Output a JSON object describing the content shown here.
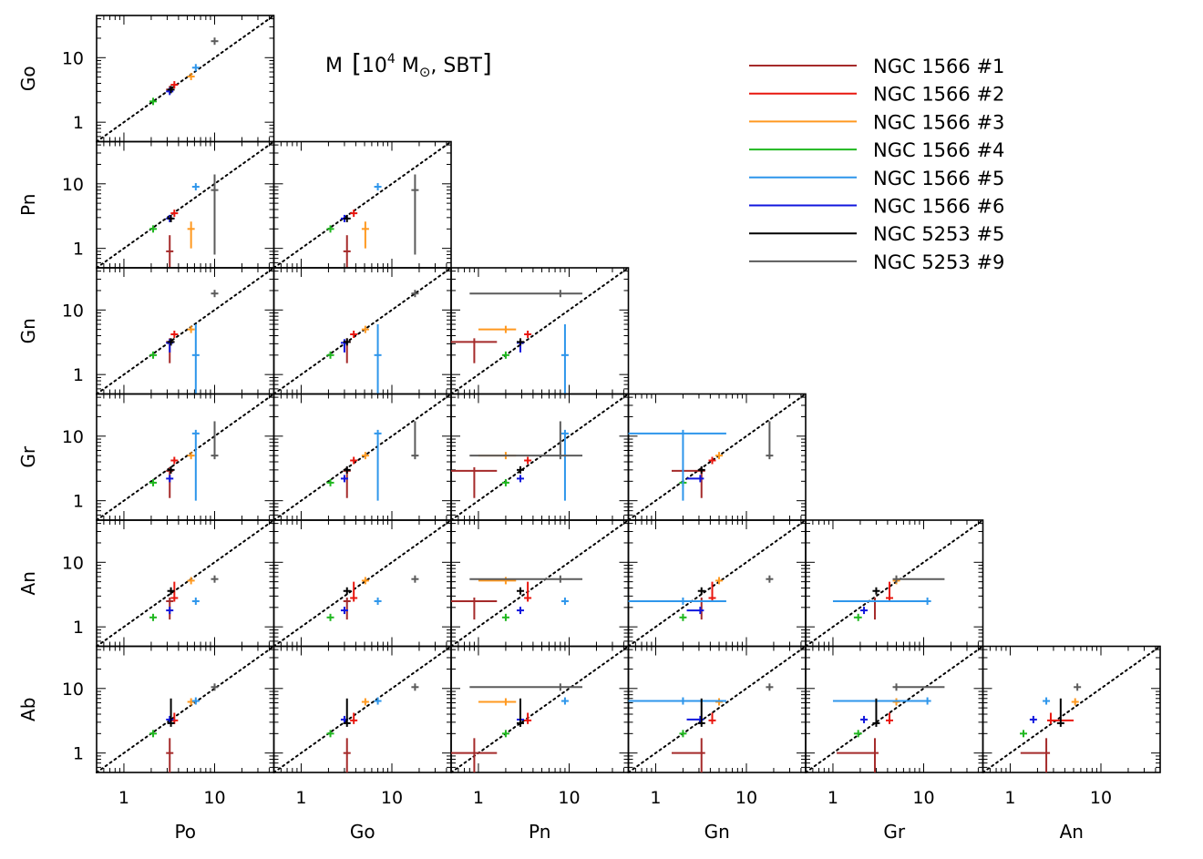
{
  "chart_data": {
    "type": "scatter",
    "title": {
      "prefix": "M ",
      "open": "[",
      "unit_base": "10",
      "unit_exp": "4",
      "unit_mid": " M",
      "unit_sub": "⊙",
      "unit_tail": ", SBT",
      "close": "]"
    },
    "scale": "log",
    "axis_range": [
      0.5,
      45
    ],
    "ticks": [
      {
        "value": 1,
        "label": "1"
      },
      {
        "value": 10,
        "label": "10"
      }
    ],
    "reference_line": "one-to-one",
    "columns": [
      "Po",
      "Go",
      "Pn",
      "Gn",
      "Gr",
      "An"
    ],
    "rows": [
      "Go",
      "Pn",
      "Gn",
      "Gr",
      "An",
      "Ab"
    ],
    "grid": false,
    "legend_position": "top-right",
    "methods": [
      "Po",
      "Go",
      "Pn",
      "Gn",
      "Gr",
      "An",
      "Ab"
    ],
    "series": [
      {
        "name": "NGC 1566 #1",
        "color": "#a52a2a",
        "values": {
          "Po": {
            "v": 3.2,
            "lo": 3.2,
            "hi": 3.2
          },
          "Go": {
            "v": 3.2,
            "lo": 3.2,
            "hi": 3.2
          },
          "Pn": {
            "v": 0.9,
            "lo": 0.5,
            "hi": 1.6
          },
          "Gn": {
            "v": 3.2,
            "lo": 1.5,
            "hi": 3.2
          },
          "Gr": {
            "v": 2.9,
            "lo": 1.1,
            "hi": 2.9
          },
          "An": {
            "v": 2.5,
            "lo": 1.3,
            "hi": 2.5
          },
          "Ab": {
            "v": 1.0,
            "lo": 0.5,
            "hi": 1.7
          }
        }
      },
      {
        "name": "NGC 1566 #2",
        "color": "#e8170f",
        "values": {
          "Po": {
            "v": 3.6,
            "lo": 3.6,
            "hi": 3.6
          },
          "Go": {
            "v": 3.8,
            "lo": 3.8,
            "hi": 3.8
          },
          "Pn": {
            "v": 3.5,
            "lo": 3.4,
            "hi": 3.7
          },
          "Gn": {
            "v": 4.2,
            "lo": 3.9,
            "hi": 4.2
          },
          "Gr": {
            "v": 4.2,
            "lo": 4.0,
            "hi": 4.2
          },
          "An": {
            "v": 2.8,
            "lo": 2.8,
            "hi": 5.0
          },
          "Ab": {
            "v": 3.2,
            "lo": 3.0,
            "hi": 4.2
          }
        }
      },
      {
        "name": "NGC 1566 #3",
        "color": "#ff9920",
        "values": {
          "Po": {
            "v": 5.5,
            "lo": 5.5,
            "hi": 5.5
          },
          "Go": {
            "v": 5.1,
            "lo": 5.1,
            "hi": 5.1
          },
          "Pn": {
            "v": 2.0,
            "lo": 1.0,
            "hi": 2.6
          },
          "Gn": {
            "v": 5.0,
            "lo": 5.0,
            "hi": 5.0
          },
          "Gr": {
            "v": 5.0,
            "lo": 4.6,
            "hi": 5.0
          },
          "An": {
            "v": 5.2,
            "lo": 5.2,
            "hi": 5.2
          },
          "Ab": {
            "v": 6.2,
            "lo": 5.8,
            "hi": 6.5
          }
        }
      },
      {
        "name": "NGC 1566 #4",
        "color": "#1fb71f",
        "values": {
          "Po": {
            "v": 2.1,
            "lo": 2.1,
            "hi": 2.1
          },
          "Go": {
            "v": 2.1,
            "lo": 2.1,
            "hi": 2.1
          },
          "Pn": {
            "v": 2.0,
            "lo": 2.0,
            "hi": 2.0
          },
          "Gn": {
            "v": 2.0,
            "lo": 2.0,
            "hi": 2.0
          },
          "Gr": {
            "v": 1.9,
            "lo": 1.7,
            "hi": 1.9
          },
          "An": {
            "v": 1.4,
            "lo": 1.3,
            "hi": 1.4
          },
          "Ab": {
            "v": 2.0,
            "lo": 1.8,
            "hi": 2.0
          }
        }
      },
      {
        "name": "NGC 1566 #5",
        "color": "#2e96eb",
        "values": {
          "Po": {
            "v": 6.2,
            "lo": 6.2,
            "hi": 6.2
          },
          "Go": {
            "v": 7.0,
            "lo": 7.0,
            "hi": 7.0
          },
          "Pn": {
            "v": 9.0,
            "lo": 9.0,
            "hi": 9.0
          },
          "Gn": {
            "v": 2.0,
            "lo": 0.5,
            "hi": 6.0
          },
          "Gr": {
            "v": 11,
            "lo": 1.0,
            "hi": 11
          },
          "An": {
            "v": 2.5,
            "lo": 2.5,
            "hi": 2.5
          },
          "Ab": {
            "v": 6.4,
            "lo": 6.4,
            "hi": 6.4
          }
        }
      },
      {
        "name": "NGC 1566 #6",
        "color": "#1016de",
        "values": {
          "Po": {
            "v": 3.2,
            "lo": 3.2,
            "hi": 3.2
          },
          "Go": {
            "v": 3.0,
            "lo": 3.0,
            "hi": 3.0
          },
          "Pn": {
            "v": 2.9,
            "lo": 2.9,
            "hi": 2.9
          },
          "Gn": {
            "v": 3.1,
            "lo": 2.2,
            "hi": 3.1
          },
          "Gr": {
            "v": 2.2,
            "lo": 2.2,
            "hi": 2.2
          },
          "An": {
            "v": 1.8,
            "lo": 1.8,
            "hi": 1.8
          },
          "Ab": {
            "v": 3.3,
            "lo": 3.1,
            "hi": 3.3
          }
        }
      },
      {
        "name": "NGC 5253 #5",
        "color": "#000000",
        "values": {
          "Po": {
            "v": 3.3,
            "lo": 3.3,
            "hi": 3.3
          },
          "Go": {
            "v": 3.2,
            "lo": 3.2,
            "hi": 3.2
          },
          "Pn": {
            "v": 2.9,
            "lo": 2.9,
            "hi": 2.9
          },
          "Gn": {
            "v": 3.2,
            "lo": 3.2,
            "hi": 3.2
          },
          "Gr": {
            "v": 3.0,
            "lo": 3.0,
            "hi": 3.0
          },
          "An": {
            "v": 3.6,
            "lo": 3.6,
            "hi": 3.6
          },
          "Ab": {
            "v": 2.9,
            "lo": 2.9,
            "hi": 7.0
          }
        }
      },
      {
        "name": "NGC 5253 #9",
        "color": "#5b5b5b",
        "values": {
          "Po": {
            "v": 10,
            "lo": 10,
            "hi": 10
          },
          "Go": {
            "v": 18,
            "lo": 18,
            "hi": 18
          },
          "Pn": {
            "v": 8,
            "lo": 0.8,
            "hi": 14
          },
          "Gn": {
            "v": 18,
            "lo": 18,
            "hi": 18
          },
          "Gr": {
            "v": 5,
            "lo": 5,
            "hi": 17
          },
          "An": {
            "v": 5.5,
            "lo": 5.5,
            "hi": 5.5
          },
          "Ab": {
            "v": 10.5,
            "lo": 10.5,
            "hi": 10.5
          }
        }
      }
    ]
  }
}
